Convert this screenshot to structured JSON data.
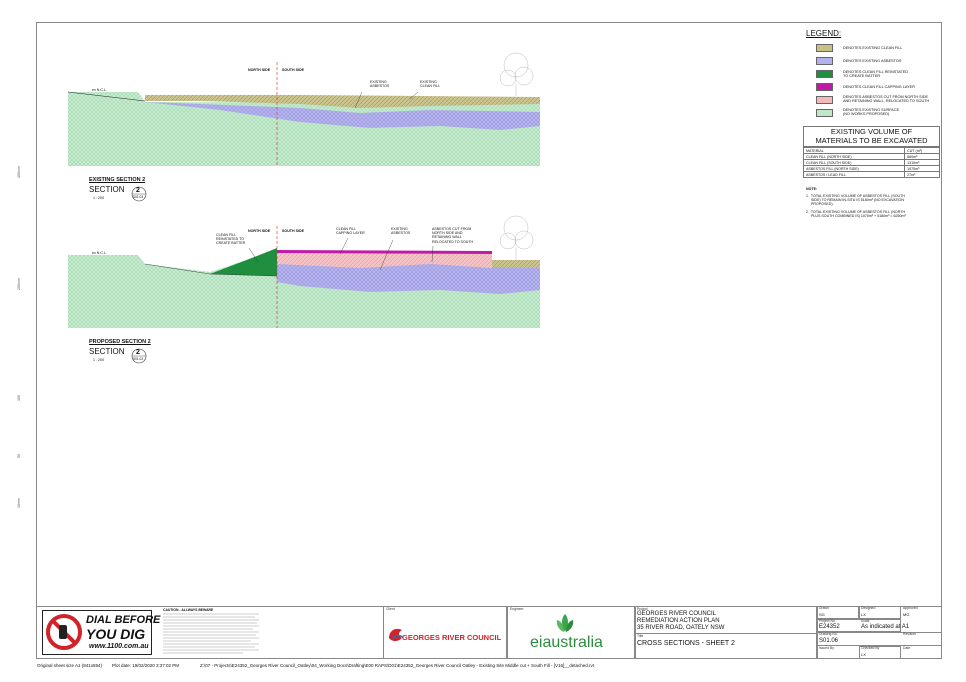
{
  "ruler": [
    "300mm",
    "200mm",
    "100",
    "50",
    "10mm"
  ],
  "sections": {
    "north_side": "NORTH SIDE",
    "south_side": "SOUTH SIDE",
    "ncl": "ex N.C.L.",
    "existing": {
      "labels": {
        "asbestos": "EXISTING\nASBESTOS",
        "clean_fill": "EXISTING\nCLEAN FILL"
      },
      "title": "EXISTING SECTION 2",
      "section_word": "SECTION",
      "section_no": "2",
      "sheet_ref": "S01.03",
      "scale": "1 : 200"
    },
    "proposed": {
      "labels": {
        "batter": "CLEAN FILL\nREINSTATED TO\nCREATE BATTER",
        "capping": "CLEAN FILL\nCAPPING LAYER",
        "asbestos": "EXISTING\nASBESTOS",
        "cut": "ASBESTOS CUT FROM\nNORTH SIDE AND\nRETAINING WALL\nRELOCATED TO SOUTH"
      },
      "title": "PROPOSED SECTION 2",
      "section_word": "SECTION",
      "section_no": "2",
      "sheet_ref": "S01.03",
      "scale": "1 : 200"
    }
  },
  "legend": {
    "title": "LEGEND:",
    "items": [
      {
        "label": "DENOTES EXISTING CLEAN FILL",
        "color": "#c8c085"
      },
      {
        "label": "DENOTES EXISTING ASBESTOS",
        "color": "#b4b2ec"
      },
      {
        "label": "DENOTES CLEAN FILL REINSTATED\nTO CREATE BATTER",
        "color": "#1f8f3f"
      },
      {
        "label": "DENOTES CLEAN FILL CAPPING LAYER",
        "color": "#c21aa8"
      },
      {
        "label": "DENOTES ASBESTOS CUT FROM NORTH SIDE\nAND RETAINING WALL, RELOCATED TO SOUTH",
        "color": "#f3b9bd"
      },
      {
        "label": "DENOTES EXISTING SURFACE\n(NO WORKS PROPOSED)",
        "color": "#bfe8c8"
      }
    ]
  },
  "volume": {
    "title": "EXISTING VOLUME OF\nMATERIALS TO BE EXCAVATED",
    "headers": [
      "MATERIAL",
      "CUT (m³)"
    ],
    "rows": [
      [
        "CLEAN FILL (NORTH SIDE)",
        "660m³"
      ],
      [
        "CLEAN FILL (SOUTH SIDE)",
        "1310m³"
      ],
      [
        "ASBESTOS FILL (NORTH SIDE)",
        "1070m³"
      ],
      [
        "ASBESTOS / LEAD FILL",
        "27m³"
      ]
    ]
  },
  "notes": {
    "title": "NOTE:",
    "items": [
      "1.  TOTAL EXISTING VOLUME OF ASBESTOS FILL (SOUTH\n     SIDE) TO REMAIN IN-SITU IS 5180m³ (NO EXCAVATION\n     PROPOSED).",
      "2.  TOTAL EXISTING VOLUME OF ASBESTOS FILL (NORTH\n     PLUS SOUTH COMBINED IS) 1070m³ + 5180m³ = 6250m³"
    ]
  },
  "titleblock": {
    "dbyd": {
      "line1": "DIAL BEFORE",
      "line2": "YOU DIG",
      "url": "www.1100.com.au"
    },
    "caution_title": "CAUTION - ALLWAYS BEWARE",
    "client_label": "Client",
    "client_name": "GEORGES RIVER COUNCIL",
    "engineer_label": "Engineer",
    "engineer_name": "eiaustralia",
    "project_label": "Project",
    "project_lines": [
      "GEORGES RIVER COUNCIL",
      "REMEDIATION ACTION PLAN",
      "35 RIVER ROAD, OATELY NSW"
    ],
    "title_label": "Title",
    "title": "CROSS SECTIONS - SHEET 2",
    "drawn_label": "Drawn",
    "drawn": "SG",
    "designed_label": "Designed",
    "designed": "LX",
    "approved_label": "Approved",
    "approved": "MG",
    "projno_label": "Project No.",
    "projno": "E24352",
    "scale_label": "Scale",
    "scale": "As indicated at A1",
    "drawingno_label": "Drawing No.",
    "drawingno": "S01.06",
    "revision_label": "Revision",
    "issuedby_label": "Issued By",
    "checkedby_label": "Checked By",
    "checkedby": "LX",
    "date_label": "Date"
  },
  "footer": {
    "sheet_size": "Original sheet size A1 (841x594)",
    "plot_date": "Plot date:   19/02/2020 3:37:02 PM",
    "path": "Z:\\07 - Projects\\E24352_Georges River Council_Oatley\\04_Working Docs\\Drafting\\E00 RAPS\\D01\\E24352_Georges River Council Oatley - Existing Site Middle cut + South Fill - [V16]__detached.rvt"
  }
}
